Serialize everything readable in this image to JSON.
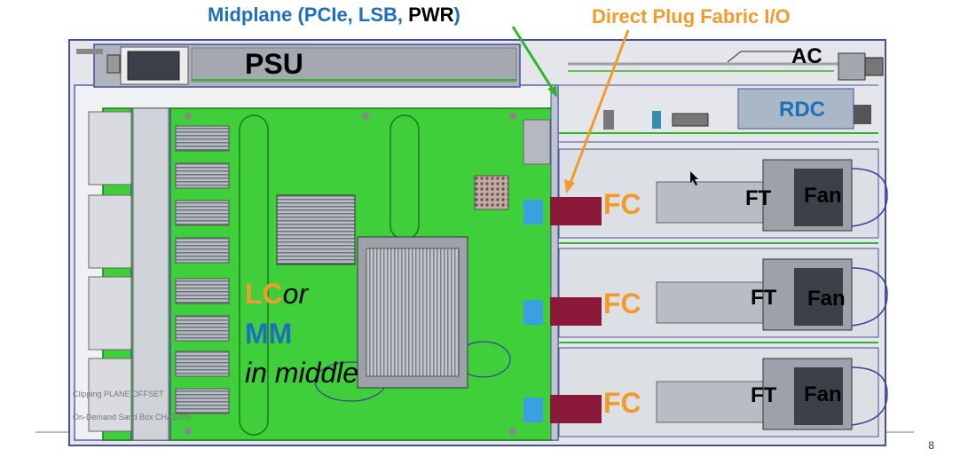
{
  "header": {
    "midplane_prefix": "Midplane (PCIe, LSB, ",
    "midplane_pwr": "PWR",
    "midplane_suffix": ")",
    "direct_plug": "Direct Plug Fabric I/O"
  },
  "labels": {
    "psu": "PSU",
    "ac": "AC",
    "rdc": "RDC",
    "fc": "FC",
    "ft": "FT",
    "fan": "Fan",
    "lc": "LC",
    "or": "or",
    "mm": "MM",
    "in_middle": "in middle",
    "clip_text_1": "Clipping PLANE OFFSET",
    "clip_text_2": "On-Demand Sand Box CHASSIS"
  },
  "footer": {
    "page_number": "8"
  },
  "colors": {
    "midplane_blue": "#1f6fbf",
    "fabric_orange": "#f39a2b",
    "board_green": "#3ecf3a",
    "chassis_gray": "#c9ccd3",
    "connector_maroon": "#8a1838",
    "connector_blue": "#3aa0e0"
  }
}
